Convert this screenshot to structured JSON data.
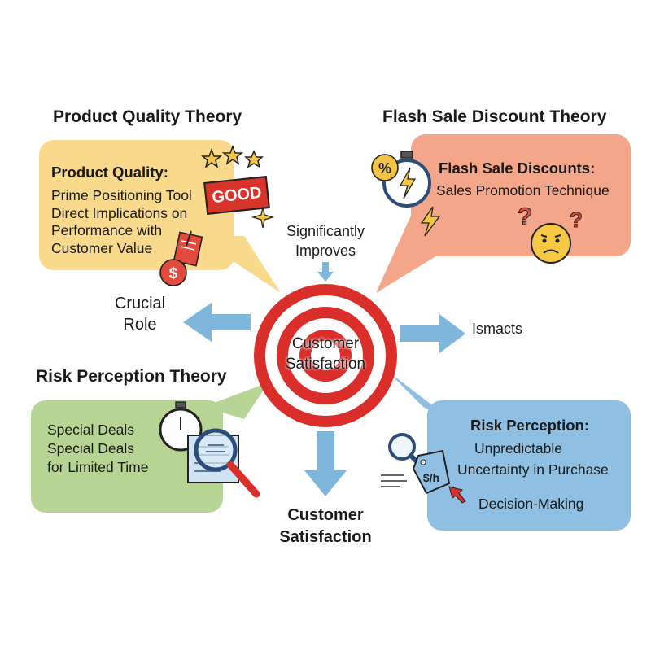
{
  "theories": {
    "quality": {
      "title": "Product Quality Theory",
      "heading": "Product Quality:",
      "lines": [
        "Prime Positioning Tool",
        "Direct Implications on",
        "Performance with",
        "Customer Value"
      ],
      "badge": "GOOD"
    },
    "flash": {
      "title": "Flash Sale Discount Theory",
      "heading": "Flash Sale Discounts:",
      "lines": [
        "Sales Promotion Technique"
      ]
    },
    "risk": {
      "title": "Risk Perception Theory",
      "heading": "Risk Perception:",
      "lines": [
        "Unpredictable",
        "Uncertainty in Purchase",
        "Decision-Making"
      ]
    },
    "deals": {
      "lines": [
        "Special Deals",
        "Special Deals",
        "for Limited Time"
      ]
    }
  },
  "center": {
    "line1": "Customer",
    "line2": "Satisfaction"
  },
  "relations": {
    "top": {
      "line1": "Significantly",
      "line2": "Improves"
    },
    "left": {
      "line1": "Crucial",
      "line2": "Role"
    },
    "right": {
      "line1": "Ismacts"
    },
    "bottom": {
      "line1": "Customer",
      "line2": "Satisfaction"
    }
  },
  "icons": {
    "quality": [
      "star-icon",
      "good-badge-icon",
      "price-tag-icon",
      "notepad-icon"
    ],
    "flash": [
      "stopwatch-icon",
      "percent-icon",
      "lightning-icon",
      "question-mark-icon",
      "worried-face-icon"
    ],
    "deals": [
      "timer-icon",
      "magnifier-icon",
      "document-icon"
    ],
    "risk": [
      "magnifier-icon",
      "price-tag-icon",
      "down-arrow-icon"
    ]
  },
  "colors": {
    "yellow": "#f9d98b",
    "orange": "#f4a68a",
    "green": "#b6d595",
    "blue": "#8fbfe3",
    "target_red": "#d92e2a",
    "arrow_blue": "#7fb6dc"
  }
}
